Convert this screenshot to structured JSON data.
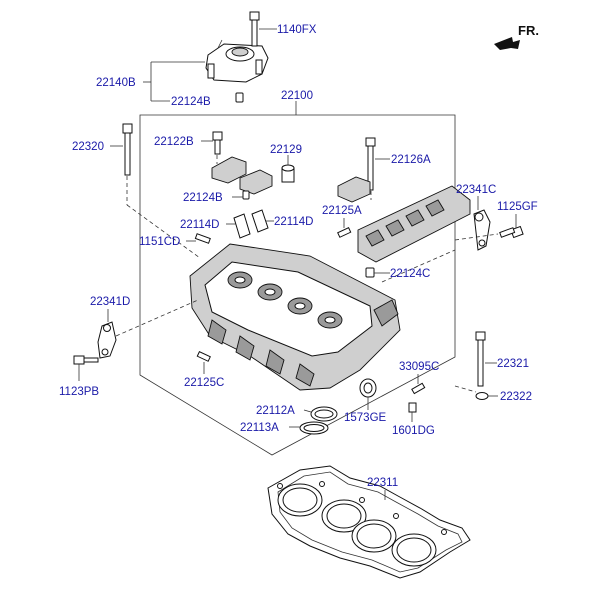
{
  "orientation": {
    "label": "FR."
  },
  "parts": [
    {
      "id": "1140FX"
    },
    {
      "id": "22140B"
    },
    {
      "id": "22124B"
    },
    {
      "id": "22100"
    },
    {
      "id": "22320"
    },
    {
      "id": "22122B"
    },
    {
      "id": "22129"
    },
    {
      "id": "22126A"
    },
    {
      "id": "22124B"
    },
    {
      "id": "22341C"
    },
    {
      "id": "1125GF"
    },
    {
      "id": "22114D"
    },
    {
      "id": "22114D"
    },
    {
      "id": "22125A"
    },
    {
      "id": "1151CD"
    },
    {
      "id": "22124C"
    },
    {
      "id": "22341D"
    },
    {
      "id": "1123PB"
    },
    {
      "id": "22125C"
    },
    {
      "id": "33095C"
    },
    {
      "id": "22321"
    },
    {
      "id": "22322"
    },
    {
      "id": "22112A"
    },
    {
      "id": "22113A"
    },
    {
      "id": "1573GE"
    },
    {
      "id": "1601DG"
    },
    {
      "id": "22311"
    }
  ]
}
